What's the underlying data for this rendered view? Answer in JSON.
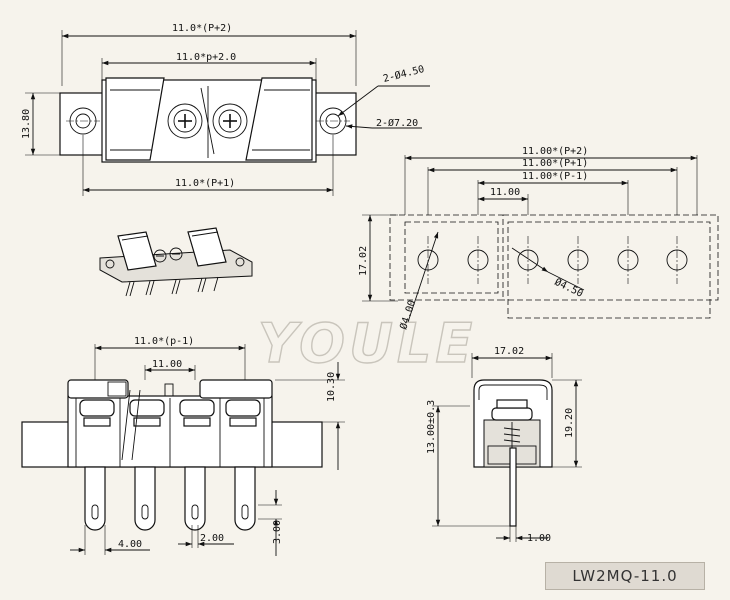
{
  "watermark": "YOULE",
  "part_number": "LW2MQ-11.0",
  "top_view": {
    "dim_overall": "11.0*(P+2)",
    "dim_inner": "11.0*p+2.0",
    "dim_bottom": "11.0*(P+1)",
    "dim_height": "13.80",
    "dim_hole_small": "2-Ø4.50",
    "dim_hole_large": "2-Ø7.20"
  },
  "pcb_layout": {
    "dim_p2": "11.00*(P+2)",
    "dim_p1": "11.00*(P+1)",
    "dim_pm1": "11.00*(P-1)",
    "dim_pitch": "11.00",
    "dim_height": "17.02",
    "dim_hole": "Ø4.50",
    "dim_pin_hole": "Ø4.00"
  },
  "front_view": {
    "dim_span": "11.0*(p-1)",
    "dim_pitch": "11.00",
    "dim_height": "10.30",
    "dim_pin_pitch": "4.00",
    "dim_pin_width": "2.00",
    "dim_pin_slot": "3.00"
  },
  "side_view": {
    "dim_width": "17.02",
    "dim_height": "19.20",
    "dim_pin_length": "13.00±0.3",
    "dim_pin_thickness": "1.00"
  }
}
